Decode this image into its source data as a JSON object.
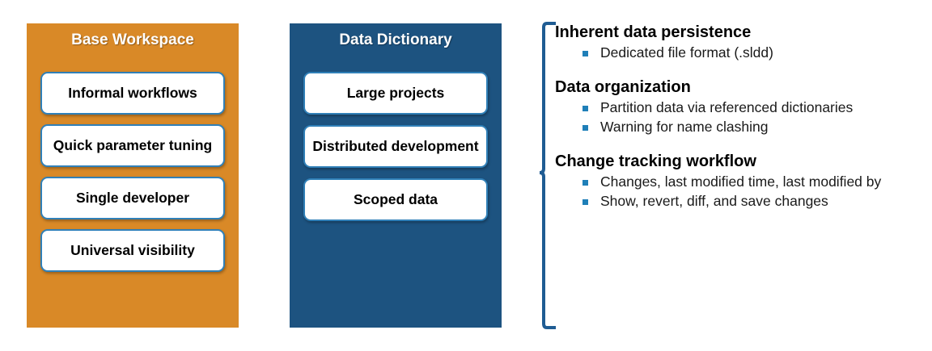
{
  "slide": {
    "background_color": "#FFFFFF",
    "accent_orange": "#D98927",
    "accent_blue": "#1D5380",
    "chip_border_color": "#3080B8",
    "bullet_color": "#1F7FB8",
    "brace_color": "#1F5C93"
  },
  "columns": [
    {
      "id": "base-workspace",
      "title": "Base Workspace",
      "items": [
        "Informal workflows",
        "Quick parameter tuning",
        "Single developer",
        "Universal visibility"
      ]
    },
    {
      "id": "data-dictionary",
      "title": "Data Dictionary",
      "items": [
        "Large projects",
        "Distributed development",
        "Scoped data"
      ]
    }
  ],
  "brace": {
    "icon": "left-curly-brace-icon"
  },
  "sections": [
    {
      "heading": "Inherent data persistence",
      "bullets": [
        "Dedicated file format (.sldd)"
      ]
    },
    {
      "heading": "Data organization",
      "bullets": [
        "Partition data via referenced dictionaries",
        "Warning for name clashing"
      ]
    },
    {
      "heading": "Change tracking workflow",
      "bullets": [
        "Changes, last modified time, last modified by",
        "Show, revert, diff, and save changes"
      ]
    }
  ]
}
